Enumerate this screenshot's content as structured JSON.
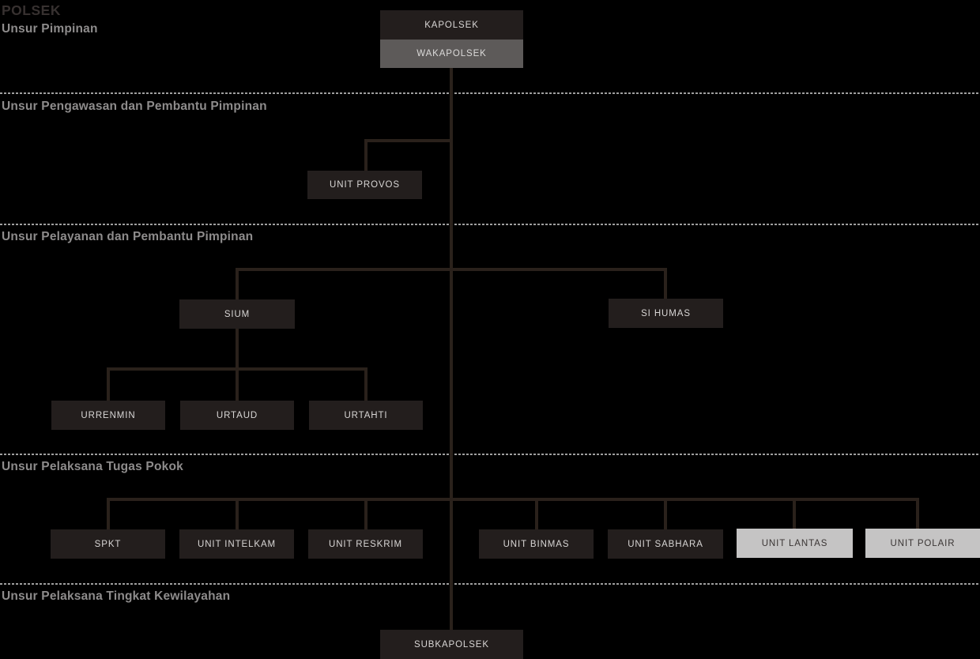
{
  "diagram": {
    "title": "POLSEK",
    "sections": [
      {
        "label": "Unsur Pimpinan"
      },
      {
        "label": "Unsur Pengawasan dan Pembantu Pimpinan"
      },
      {
        "label": "Unsur Pelayanan dan Pembantu Pimpinan"
      },
      {
        "label": "Unsur Pelaksana Tugas Pokok"
      },
      {
        "label": "Unsur Pelaksana Tingkat Kewilayahan"
      }
    ],
    "nodes": {
      "kapolsek": {
        "label": "KAPOLSEK",
        "section": "Unsur Pimpinan",
        "parent": null,
        "variant": "dark"
      },
      "wakapolsek": {
        "label": "WAKAPOLSEK",
        "section": "Unsur Pimpinan",
        "parent": "kapolsek",
        "variant": "medium"
      },
      "unit_provos": {
        "label": "UNIT PROVOS",
        "section": "Unsur Pengawasan dan Pembantu Pimpinan",
        "parent": "kapolsek",
        "variant": "dark"
      },
      "sium": {
        "label": "SIUM",
        "section": "Unsur Pelayanan dan Pembantu Pimpinan",
        "parent": "kapolsek",
        "variant": "dark"
      },
      "si_humas": {
        "label": "SI HUMAS",
        "section": "Unsur Pelayanan dan Pembantu Pimpinan",
        "parent": "kapolsek",
        "variant": "dark"
      },
      "urrenmin": {
        "label": "URRENMIN",
        "section": "Unsur Pelayanan dan Pembantu Pimpinan",
        "parent": "sium",
        "variant": "dark"
      },
      "urtaud": {
        "label": "URTAUD",
        "section": "Unsur Pelayanan dan Pembantu Pimpinan",
        "parent": "sium",
        "variant": "dark"
      },
      "urtahti": {
        "label": "URTAHTI",
        "section": "Unsur Pelayanan dan Pembantu Pimpinan",
        "parent": "sium",
        "variant": "dark"
      },
      "spkt": {
        "label": "SPKT",
        "section": "Unsur Pelaksana Tugas Pokok",
        "parent": "kapolsek",
        "variant": "dark"
      },
      "unit_intelkam": {
        "label": "UNIT INTELKAM",
        "section": "Unsur Pelaksana Tugas Pokok",
        "parent": "kapolsek",
        "variant": "dark"
      },
      "unit_reskrim": {
        "label": "UNIT RESKRIM",
        "section": "Unsur Pelaksana Tugas Pokok",
        "parent": "kapolsek",
        "variant": "dark"
      },
      "unit_binmas": {
        "label": "UNIT BINMAS",
        "section": "Unsur Pelaksana Tugas Pokok",
        "parent": "kapolsek",
        "variant": "dark"
      },
      "unit_sabhara": {
        "label": "UNIT SABHARA",
        "section": "Unsur Pelaksana Tugas Pokok",
        "parent": "kapolsek",
        "variant": "dark"
      },
      "unit_lantas": {
        "label": "UNIT LANTAS",
        "section": "Unsur Pelaksana Tugas Pokok",
        "parent": "kapolsek",
        "variant": "light"
      },
      "unit_polair": {
        "label": "UNIT POLAIR",
        "section": "Unsur Pelaksana Tugas Pokok",
        "parent": "kapolsek",
        "variant": "light"
      },
      "subkapolsek": {
        "label": "SUBKAPOLSEK",
        "section": "Unsur Pelaksana Tingkat Kewilayahan",
        "parent": "kapolsek",
        "variant": "dark"
      }
    },
    "colors": {
      "background": "#000000",
      "node_dark": "#231e1d",
      "node_medium": "#5d5a59",
      "node_light": "#c5c4c4",
      "node_text_on_dark": "#d8d6d5",
      "node_text_on_light": "#3a3534",
      "connector_line": "#2a211b",
      "divider_dash": "#9f9f9f",
      "title_text": "#373130",
      "section_label_text": "#8e8c8c"
    }
  }
}
